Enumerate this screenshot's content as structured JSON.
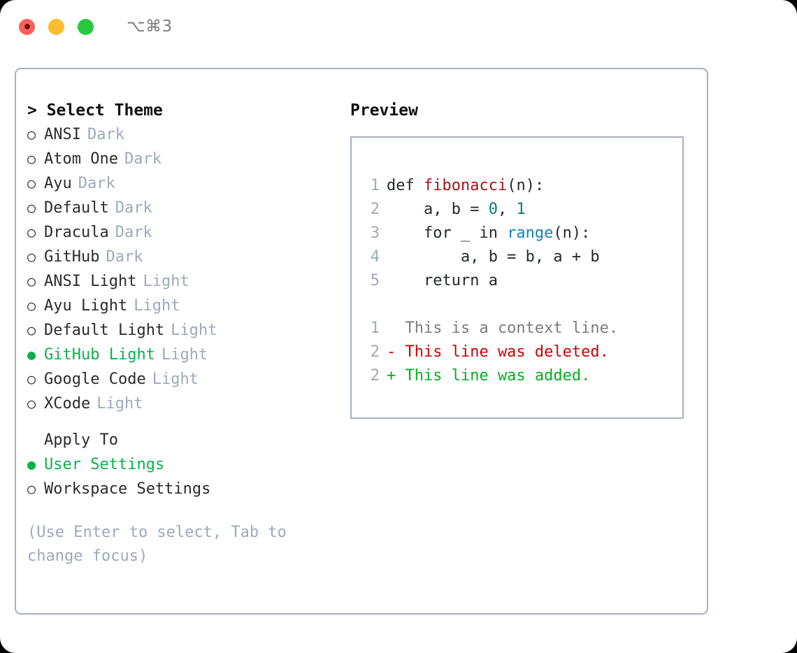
{
  "titlebar": {
    "traffic_lights": [
      "close",
      "minimize",
      "zoom"
    ],
    "shortcut": "⌥⌘3"
  },
  "theme_picker": {
    "header": "> Select Theme",
    "items": [
      {
        "marker": "○",
        "label": "ANSI",
        "suffix": "Dark",
        "selected": false
      },
      {
        "marker": "○",
        "label": "Atom One",
        "suffix": "Dark",
        "selected": false
      },
      {
        "marker": "○",
        "label": "Ayu",
        "suffix": "Dark",
        "selected": false
      },
      {
        "marker": "○",
        "label": "Default",
        "suffix": "Dark",
        "selected": false
      },
      {
        "marker": "○",
        "label": "Dracula",
        "suffix": "Dark",
        "selected": false
      },
      {
        "marker": "○",
        "label": "GitHub",
        "suffix": "Dark",
        "selected": false
      },
      {
        "marker": "○",
        "label": "ANSI Light",
        "suffix": "Light",
        "selected": false
      },
      {
        "marker": "○",
        "label": "Ayu Light",
        "suffix": "Light",
        "selected": false
      },
      {
        "marker": "○",
        "label": "Default Light",
        "suffix": "Light",
        "selected": false
      },
      {
        "marker": "●",
        "label": "GitHub Light",
        "suffix": "Light",
        "selected": true
      },
      {
        "marker": "○",
        "label": "Google Code",
        "suffix": "Light",
        "selected": false
      },
      {
        "marker": "○",
        "label": "XCode",
        "suffix": "Light",
        "selected": false
      }
    ]
  },
  "apply_to": {
    "title": "Apply To",
    "items": [
      {
        "marker": "●",
        "label": "User Settings",
        "selected": true
      },
      {
        "marker": "○",
        "label": "Workspace Settings",
        "selected": false
      }
    ]
  },
  "hint": "(Use Enter to select, Tab to change focus)",
  "preview": {
    "title": "Preview",
    "code_lines": [
      {
        "no": "1",
        "segments": [
          {
            "text": "def ",
            "kind": "plain"
          },
          {
            "text": "fibonacci",
            "kind": "fn"
          },
          {
            "text": "(n):",
            "kind": "plain"
          }
        ]
      },
      {
        "no": "2",
        "segments": [
          {
            "text": "    a, b = ",
            "kind": "plain"
          },
          {
            "text": "0",
            "kind": "num"
          },
          {
            "text": ", ",
            "kind": "plain"
          },
          {
            "text": "1",
            "kind": "num"
          }
        ]
      },
      {
        "no": "3",
        "segments": [
          {
            "text": "    for _ in ",
            "kind": "plain"
          },
          {
            "text": "range",
            "kind": "builtin"
          },
          {
            "text": "(n):",
            "kind": "plain"
          }
        ]
      },
      {
        "no": "4",
        "segments": [
          {
            "text": "        a, b = b, a + b",
            "kind": "plain"
          }
        ]
      },
      {
        "no": "5",
        "segments": [
          {
            "text": "    return a",
            "kind": "plain"
          }
        ]
      }
    ],
    "diff_lines": [
      {
        "no": "1",
        "text": "  This is a context line.",
        "kind": "ctx"
      },
      {
        "no": "2",
        "text": "- This line was deleted.",
        "kind": "del"
      },
      {
        "no": "2",
        "text": "+ This line was added.",
        "kind": "add"
      }
    ]
  },
  "colors": {
    "accent_green": "#0cb14b",
    "muted": "#9daabb",
    "border": "#a6b0c0",
    "text": "#2b2b2b",
    "diff_delete": "#cc0000",
    "diff_add": "#00b020",
    "syntax_function": "#a31515",
    "syntax_number": "#067d74",
    "syntax_builtin": "#1184b8",
    "traffic_red": "#fe5f57",
    "traffic_yellow": "#febc2e",
    "traffic_green": "#28c840"
  }
}
